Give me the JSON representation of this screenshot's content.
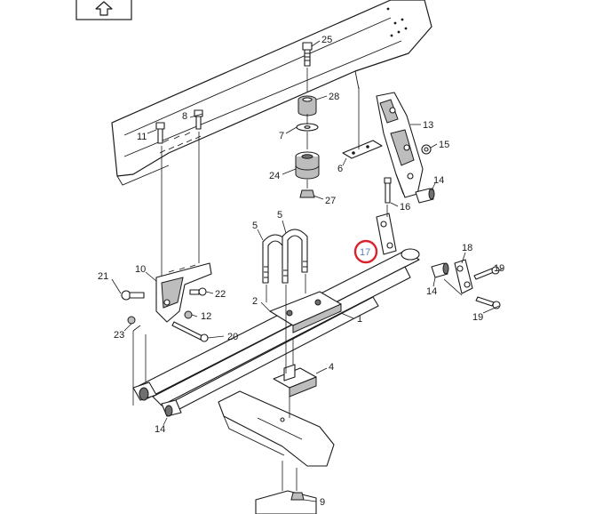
{
  "diagram": {
    "nav_icon": "up-arrow-icon",
    "highlight_color": "#d9232e",
    "callouts": {
      "c25": "25",
      "c28": "28",
      "c8": "8",
      "c11": "11",
      "c7": "7",
      "c13": "13",
      "c15": "15",
      "c6": "6",
      "c24": "24",
      "c27": "27",
      "c14a": "14",
      "c16": "16",
      "c5a": "5",
      "c5b": "5",
      "c17": "17",
      "c18": "18",
      "c21": "21",
      "c10": "10",
      "c22": "22",
      "c19a": "19",
      "c14b": "14",
      "c19b": "19",
      "c2": "2",
      "c1": "1",
      "c12": "12",
      "c23": "23",
      "c20": "20",
      "c4": "4",
      "c14c": "14",
      "c9": "9"
    }
  }
}
